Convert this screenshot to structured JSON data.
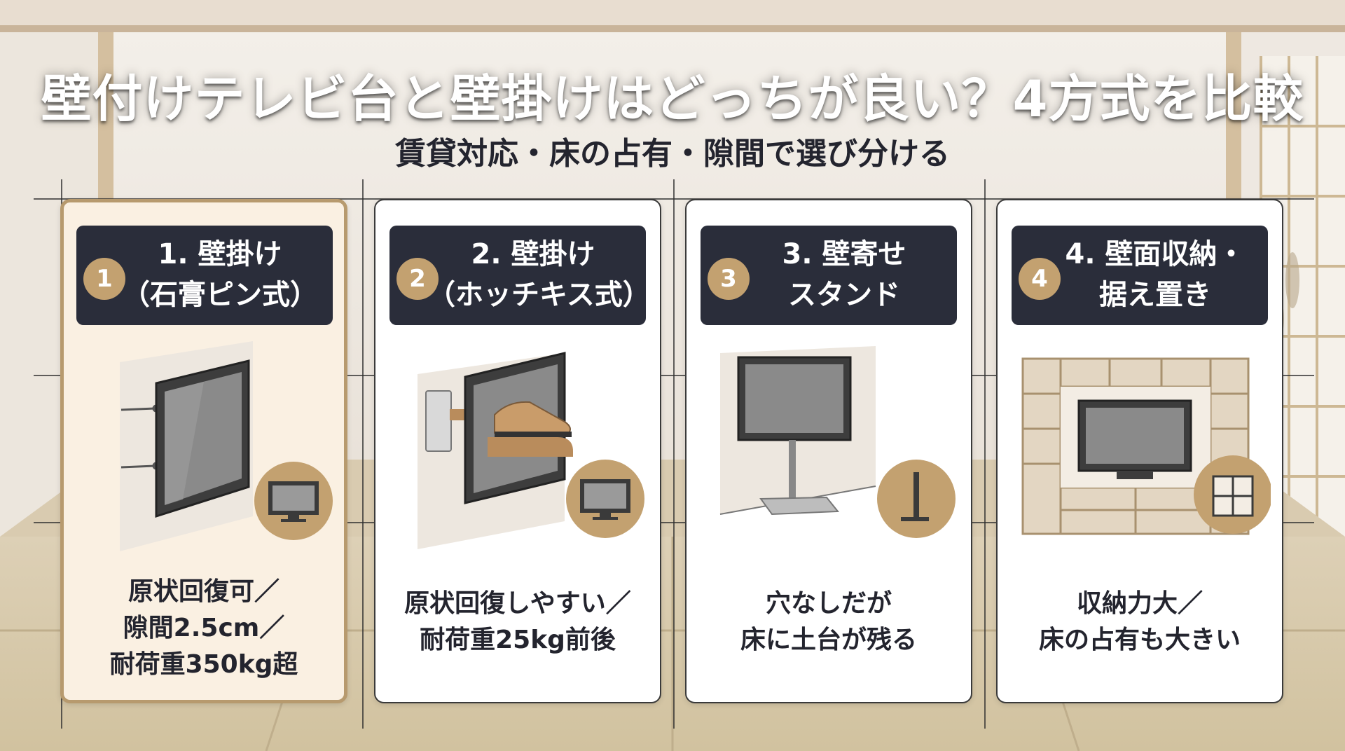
{
  "header": {
    "title": "壁付けテレビ台と壁掛けはどっちが良い？4方式を比較",
    "subtitle": "賃貸対応・床の占有・隙間で選び分ける"
  },
  "methods": [
    {
      "number": "1",
      "title": "1. 壁掛け\n（石膏ピン式）",
      "description": "原状回復可／\n隙間2.5cm／\n耐荷重350kg超"
    },
    {
      "number": "2",
      "title": "2. 壁掛け\n（ホッチキス式）",
      "description": "原状回復しやすい／\n耐荷重25kg前後"
    },
    {
      "number": "3",
      "title": "3. 壁寄せ\nスタンド",
      "description": "穴なしだが\n床に土台が残る"
    },
    {
      "number": "4",
      "title": "4. 壁面収納・\n据え置き",
      "description": "収納力大／\n床の占有も大きい"
    }
  ],
  "colors": {
    "header_bg": "#2a2d3a",
    "accent": "#c3a170",
    "highlight_border": "#b79a6e",
    "highlight_bg": "#faf0e2"
  },
  "icons": [
    "tv-icon",
    "stand-icon",
    "cabinet-icon"
  ]
}
